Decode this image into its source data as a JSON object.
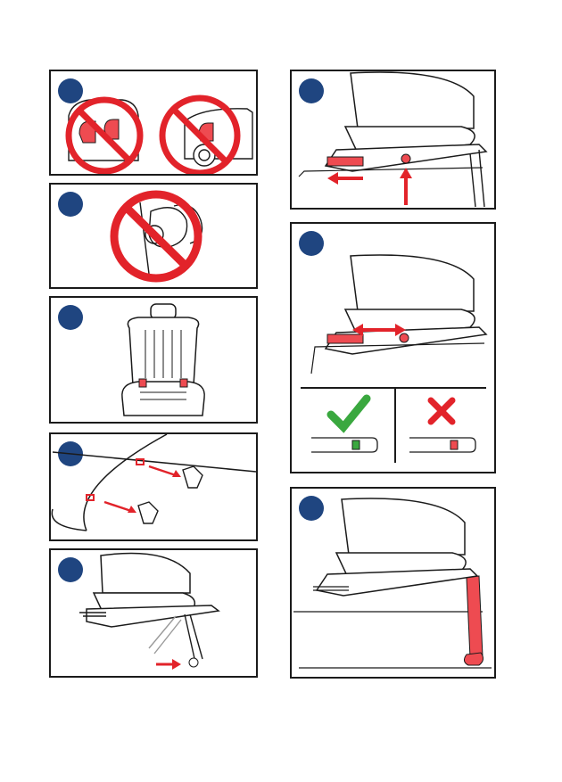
{
  "colors": {
    "step_badge": "#1f4580",
    "prohibition_red": "#e2232a",
    "highlight_red": "#ee4b51",
    "check_green": "#3aa83f",
    "outline": "#1b1b1b"
  },
  "steps": [
    {
      "panel": "no-seat-in-cars",
      "icons": [
        "prohibited-car-seat-icon",
        "prohibited-car-seat-icon"
      ]
    },
    {
      "panel": "no-seat-near-airbag",
      "icons": [
        "prohibited-airbag-icon"
      ]
    },
    {
      "panel": "vehicle-seat-isofix-points",
      "icons": [
        "car-seat-icon"
      ]
    },
    {
      "panel": "insert-isofix-guides",
      "icons": [
        "isofix-guide-icon",
        "isofix-guide-icon"
      ]
    },
    {
      "panel": "unfold-support-leg",
      "icons": [
        "support-leg-icon",
        "arrow-right-icon"
      ]
    },
    {
      "panel": "extend-isofix-arms",
      "icons": [
        "arrow-left-icon",
        "arrow-up-icon"
      ]
    },
    {
      "panel": "push-base-to-seat",
      "icons": [
        "double-arrow-icon",
        "check-icon",
        "cross-icon"
      ]
    },
    {
      "panel": "adjust-support-leg",
      "icons": [
        "support-leg-icon"
      ]
    }
  ]
}
